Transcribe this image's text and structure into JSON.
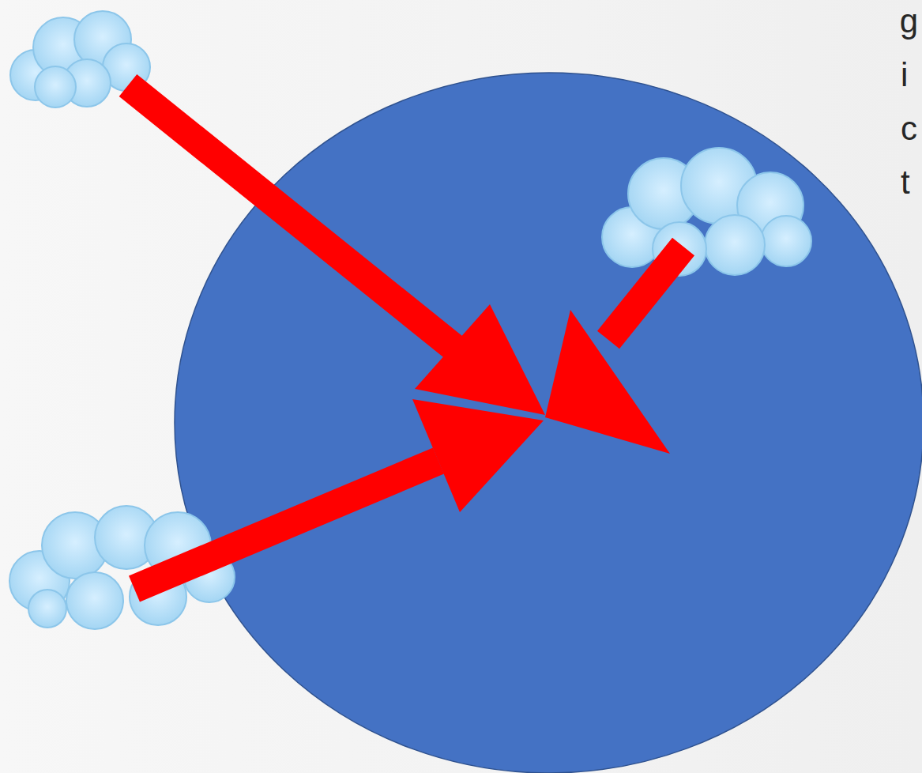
{
  "diagram": {
    "labels": [
      "g",
      "i",
      "c",
      "t"
    ]
  }
}
